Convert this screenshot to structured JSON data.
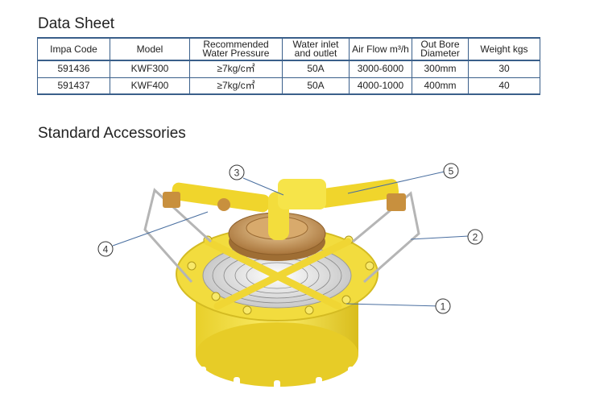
{
  "heading_datasheet": "Data Sheet",
  "table": {
    "headers": [
      "Impa Code",
      "Model",
      "Recommended Water Pressure",
      "Water inlet and outlet",
      "Air Flow m³/h",
      "Out Bore Diameter",
      "Weight kgs"
    ],
    "rows": [
      [
        "591436",
        "KWF300",
        "≥7kg/c㎡",
        "50A",
        "3000-6000",
        "300mm",
        "30"
      ],
      [
        "591437",
        "KWF400",
        "≥7kg/c㎡",
        "50A",
        "4000-1000",
        "400mm",
        "40"
      ]
    ]
  },
  "heading_accessories": "Standard Accessories",
  "callouts": [
    "1",
    "2",
    "3",
    "4",
    "5"
  ],
  "colors": {
    "body_yellow": "#f4e04a",
    "brass": "#c89a5a",
    "table_border": "#3a5f8a"
  }
}
